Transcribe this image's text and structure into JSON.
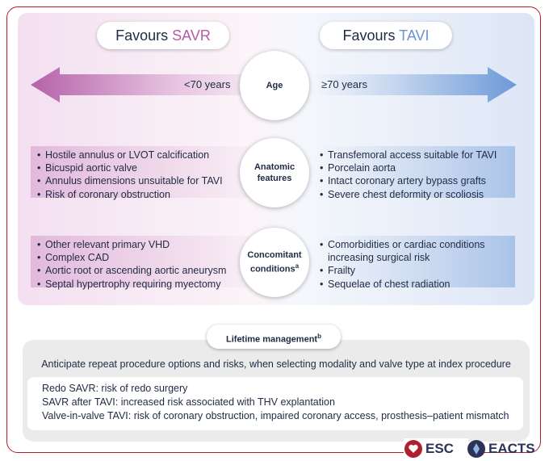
{
  "headers": {
    "savr": {
      "prefix": "Favours ",
      "accent": "SAVR"
    },
    "tavi": {
      "prefix": "Favours ",
      "accent": "TAVI"
    }
  },
  "age": {
    "label": "Age",
    "left": "<70 years",
    "right": "≥70 years"
  },
  "anatomic": {
    "label_line1": "Anatomic",
    "label_line2": "features",
    "savr": [
      "Hostile annulus or LVOT calcification",
      "Bicuspid aortic valve",
      "Annulus dimensions unsuitable for TAVI",
      "Risk of coronary obstruction"
    ],
    "tavi": [
      "Transfemoral access suitable for TAVI",
      "Porcelain aorta",
      "Intact coronary artery bypass grafts",
      "Severe chest deformity or scoliosis"
    ]
  },
  "concomitant": {
    "label_line1": "Concomitant",
    "label_line2": "conditions",
    "label_sup": "a",
    "savr": [
      "Other relevant primary VHD",
      "Complex CAD",
      "Aortic root or ascending aortic aneurysm",
      "Septal hypertrophy requiring myectomy"
    ],
    "tavi": [
      "Comorbidities or cardiac conditions",
      "increasing surgical risk",
      "Frailty",
      "Sequelae of chest radiation"
    ]
  },
  "lifetime": {
    "label": "Lifetime management",
    "label_sup": "b",
    "anticipate": "Anticipate repeat procedure options and risks, when selecting modality and valve type at index procedure",
    "lines": [
      "Redo SAVR: risk of redo surgery",
      "SAVR after TAVI: increased risk associated with THV explantation",
      "Valve-in-valve TAVI: risk of coronary obstruction, impaired coronary access, prosthesis–patient mismatch"
    ]
  },
  "logos": {
    "esc": "ESC",
    "eacts": "EACTS"
  },
  "colors": {
    "savr": "#b85aa4",
    "tavi": "#6c93d4",
    "frame": "#b01e2f"
  }
}
